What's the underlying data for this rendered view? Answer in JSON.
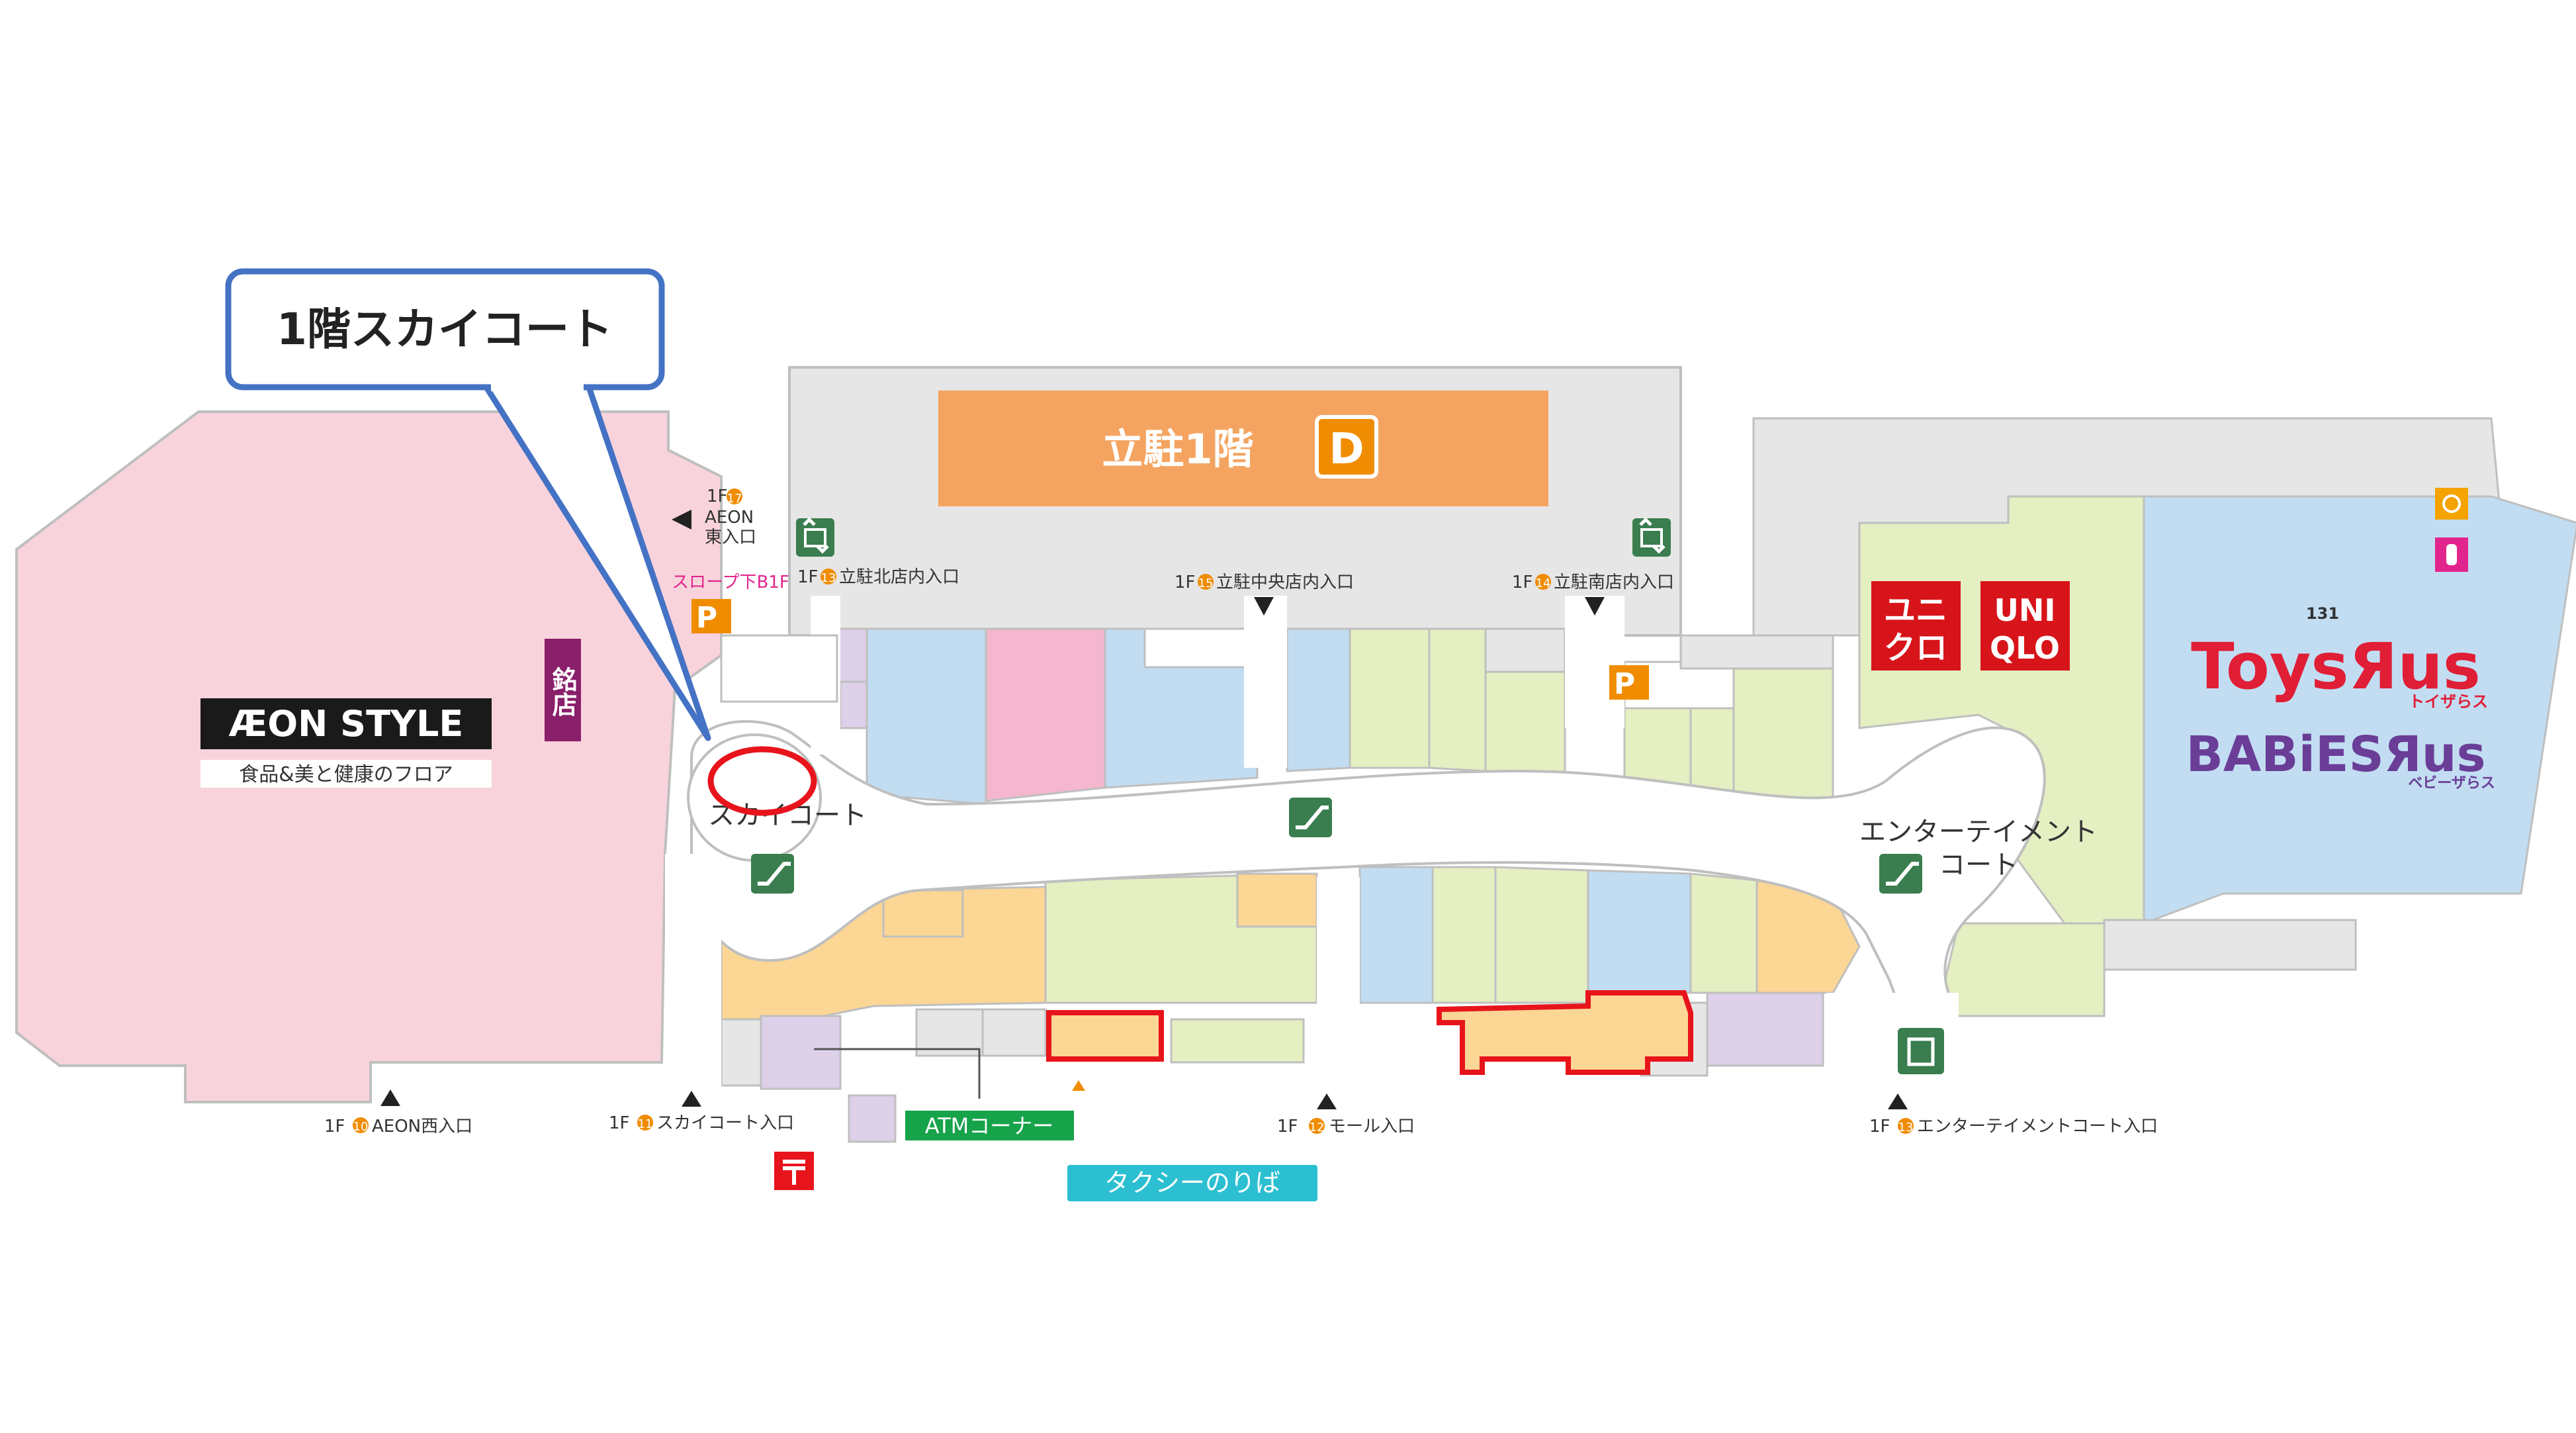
{
  "callout": {
    "text": "1階スカイコート"
  },
  "colors": {
    "anchor_pink": "#f9d3dc",
    "parking_gray": "#e6e6e6",
    "parking_orange": "#f4a460",
    "store_blue": "#c2ddf2",
    "store_green": "#e4efc2",
    "store_yellow": "#fbd694",
    "store_pink": "#f4b7cf",
    "store_lavender": "#ddd0e9",
    "corridor": "#ffffff",
    "outline": "#bfbfbf",
    "callout_border": "#4472c4",
    "highlight_red": "#e8141c",
    "facility_green": "#3a7d4f",
    "atm_green": "#17a34a",
    "taxi_cyan": "#2bbfd1",
    "uniqlo_red": "#d7141a",
    "aeon_dark": "#1a1a1a",
    "toys_red": "#e01e36",
    "babies_purple": "#6a3d97"
  },
  "anchor": {
    "aeon_logo": "ÆON STYLE",
    "aeon_sub": "食品&美と健康のフロア",
    "meiten": "銘店"
  },
  "parking": {
    "label": "立駐1階",
    "badge": "D"
  },
  "courts": {
    "sky_court": "スカイコート",
    "entertainment_line1": "エンターテイメント",
    "entertainment_line2": "コート"
  },
  "slope": {
    "label": "スロープ下B1F"
  },
  "entrances": [
    {
      "floor": "1F",
      "num": "17",
      "name_line1": "AEON",
      "name_line2": "東入口"
    },
    {
      "floor": "1F",
      "num": "13",
      "name": "立駐北店内入口"
    },
    {
      "floor": "1F",
      "num": "15",
      "name": "立駐中央店内入口"
    },
    {
      "floor": "1F",
      "num": "14",
      "name": "立駐南店内入口"
    },
    {
      "floor": "1F",
      "num": "10",
      "name": "AEON西入口"
    },
    {
      "floor": "1F",
      "num": "11",
      "name": "スカイコート入口"
    },
    {
      "floor": "1F",
      "num": "12",
      "name": "モール入口"
    },
    {
      "floor": "1F",
      "num": "13",
      "name": "エンターテイメントコート入口"
    }
  ],
  "facilities": {
    "atm": "ATMコーナー",
    "taxi": "タクシーのりば"
  },
  "brands": {
    "uniqlo_jp_top": "ユニ",
    "uniqlo_jp_bottom": "クロ",
    "uniqlo_en_top": "UNI",
    "uniqlo_en_bottom": "QLO",
    "toys_number": "131",
    "toys_logo": "ToysЯus",
    "toys_sub": "トイザらス",
    "babies_logo": "BABiESЯus",
    "babies_sub": "ベビーザらス"
  }
}
